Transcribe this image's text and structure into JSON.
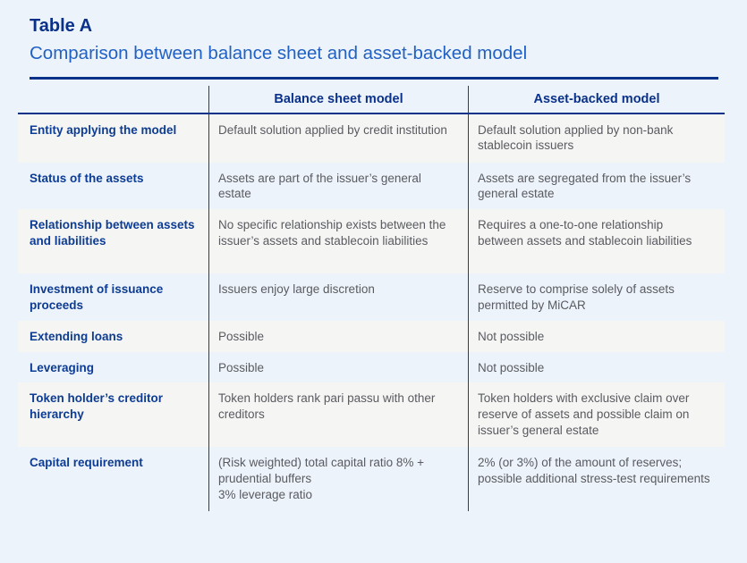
{
  "header": {
    "table_label": "Table A",
    "title": "Comparison between balance sheet and asset-backed model"
  },
  "table": {
    "column_headers": [
      "Balance sheet model",
      "Asset-backed model"
    ],
    "rows": [
      {
        "label": "Entity applying the model",
        "balance_sheet": "Default solution applied by credit institution",
        "asset_backed": "Default solution applied by non-bank stablecoin issuers"
      },
      {
        "label": "Status of the assets",
        "balance_sheet": "Assets are part of the issuer’s general estate",
        "asset_backed": "Assets are segregated from the issuer’s general estate"
      },
      {
        "label": "Relationship between assets and liabilities",
        "balance_sheet": "No specific relationship exists between the issuer’s assets and stablecoin liabilities",
        "asset_backed": "Requires a one-to-one relationship between assets and stablecoin liabilities"
      },
      {
        "label": "Investment of issuance proceeds",
        "balance_sheet": "Issuers enjoy large discretion",
        "asset_backed": "Reserve to comprise solely of assets permitted by MiCAR"
      },
      {
        "label": "Extending loans",
        "balance_sheet": "Possible",
        "asset_backed": "Not possible"
      },
      {
        "label": "Leveraging",
        "balance_sheet": "Possible",
        "asset_backed": "Not possible"
      },
      {
        "label": "Token holder’s creditor hierarchy",
        "balance_sheet": "Token holders rank pari passu with other creditors",
        "asset_backed": "Token holders with exclusive claim over reserve of assets and possible claim on issuer’s general estate"
      },
      {
        "label": "Capital requirement",
        "balance_sheet": "(Risk weighted) total capital ratio 8% +\nprudential buffers\n3% leverage ratio",
        "asset_backed": "2% (or 3%) of the amount of reserves; possible additional stress-test requirements"
      }
    ]
  },
  "colors": {
    "accent_navy": "#0a3189",
    "subtitle_blue": "#2161c4",
    "label_navy": "#0d3c94",
    "body_text_gray": "#595b60",
    "row_shade_gray": "#f5f5f4",
    "page_background": "#edf3fa"
  }
}
